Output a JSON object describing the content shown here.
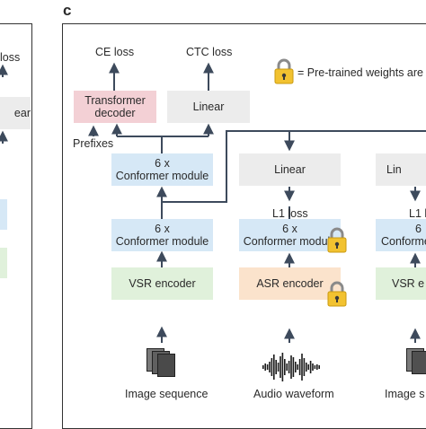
{
  "panel_label": "c",
  "legend": {
    "text": "= Pre-trained weights are"
  },
  "left_panel": {
    "loss": "loss",
    "linear_fragment": "ear"
  },
  "outputs": {
    "ce_loss": "CE loss",
    "ctc_loss": "CTC loss"
  },
  "decoder": {
    "line1": "Transformer",
    "line2": "decoder"
  },
  "linear_ctc": "Linear",
  "prefixes": "Prefixes",
  "conformer_top": {
    "line1": "6 x",
    "line2": "Conformer module"
  },
  "conformer_vsr": {
    "line1": "6 x",
    "line2": "Conformer module"
  },
  "vsr_encoder": "VSR encoder",
  "audio_branch": {
    "linear": "Linear",
    "l1_loss": "L1 loss",
    "conformer_line1": "6 x",
    "conformer_line2": "Conformer module",
    "encoder": "ASR encoder"
  },
  "right_branch": {
    "linear": "Lin",
    "l1_loss": "L1 l",
    "conformer_line1": "6",
    "conformer_line2": "Conformer",
    "encoder": "VSR e"
  },
  "inputs": {
    "image_sequence": "Image sequence",
    "audio_waveform": "Audio waveform",
    "image_sequence_right": "Image s"
  },
  "colors": {
    "blue": "#d6e8f6",
    "green": "#e0f1db",
    "pink": "#f3d0d5",
    "orange": "#fbe3cc",
    "gray": "#ececec",
    "arrow": "#3d4a5c",
    "lock": "#f2c230"
  }
}
